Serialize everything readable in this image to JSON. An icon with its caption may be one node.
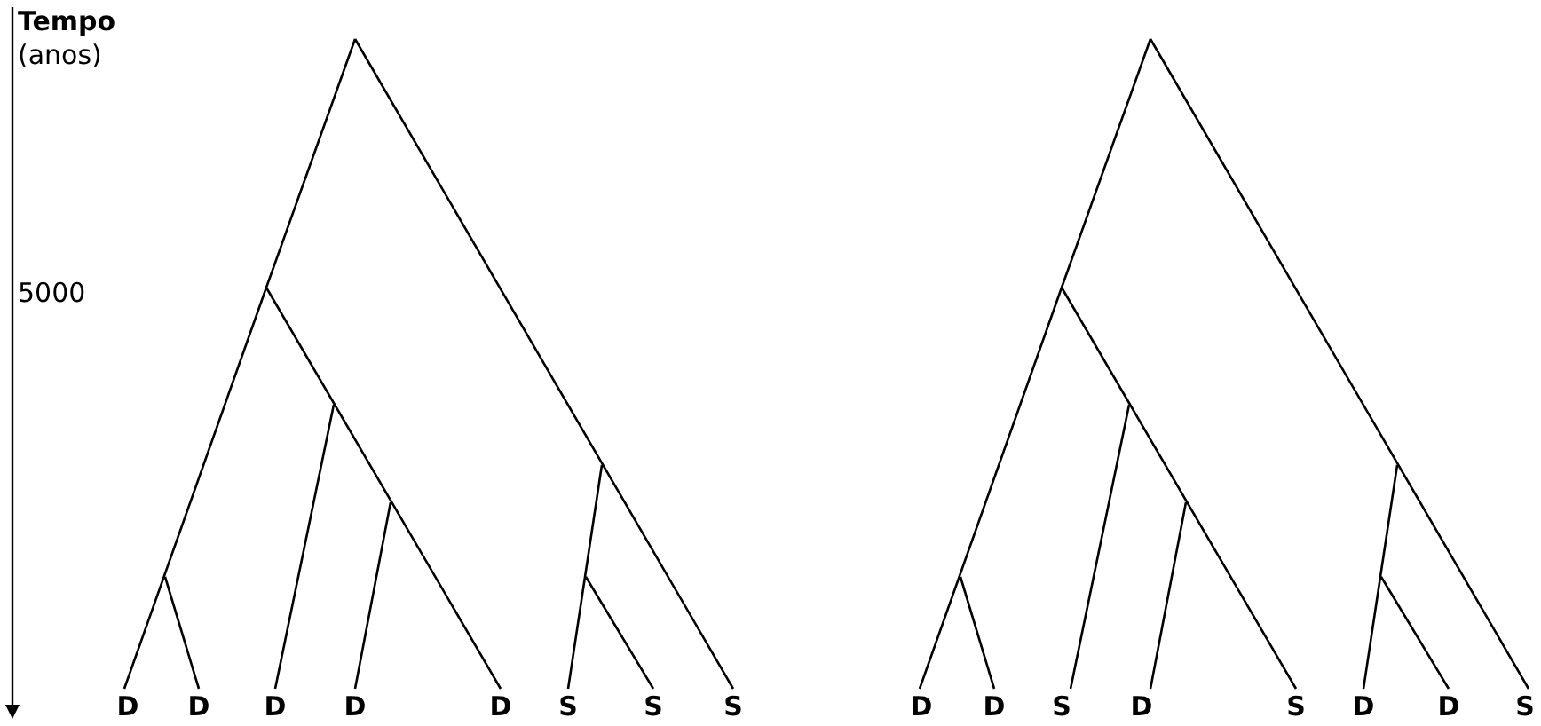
{
  "diagram": {
    "labels": [
      "Tempo",
      "(anos)",
      "5000",
      "D",
      "D",
      "D",
      "D",
      "D",
      "S",
      "S",
      "S",
      "D",
      "D",
      "S",
      "D",
      "S",
      "D",
      "D",
      "S"
    ]
  }
}
